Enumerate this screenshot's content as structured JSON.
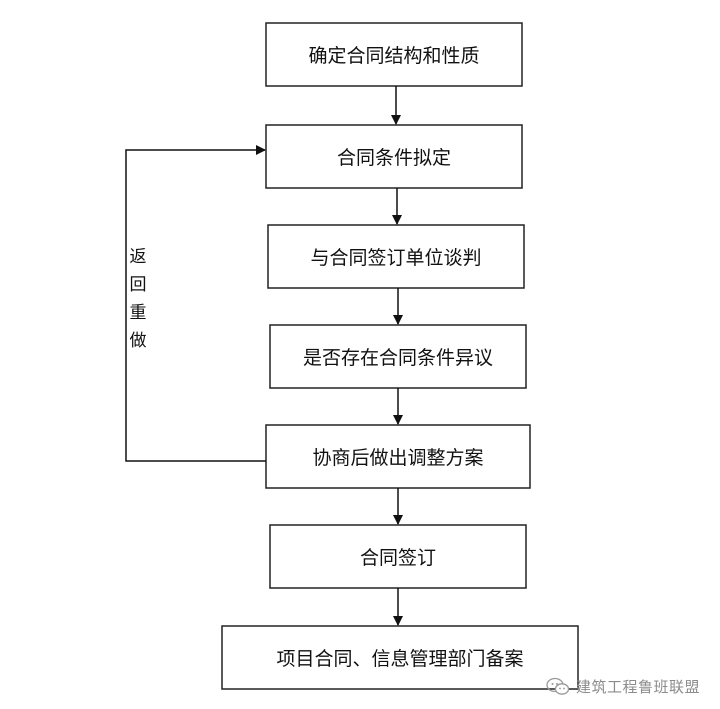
{
  "flowchart": {
    "steps": [
      {
        "label": "确定合同结构和性质"
      },
      {
        "label": "合同条件拟定"
      },
      {
        "label": "与合同签订单位谈判"
      },
      {
        "label": "是否存在合同条件异议"
      },
      {
        "label": "协商后做出调整方案"
      },
      {
        "label": "合同签订"
      },
      {
        "label": "项目合同、信息管理部门备案"
      }
    ],
    "loop_label": [
      "返",
      "回",
      "重",
      "做"
    ]
  },
  "watermark": {
    "icon": "wechat-icon",
    "text": "建筑工程鲁班联盟"
  }
}
